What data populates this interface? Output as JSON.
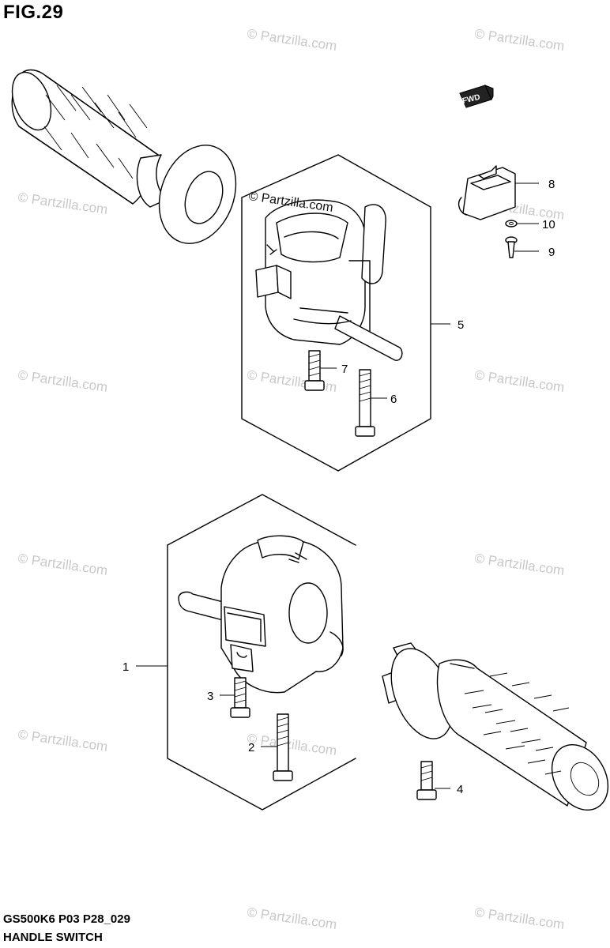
{
  "figure": {
    "title": "FIG.29",
    "code": "GS500K6 P03 P28_029",
    "name": "HANDLE SWITCH"
  },
  "copyright": "© Partzilla.com",
  "watermark": "© Partzilla.com",
  "fwd_label": "FWD",
  "callouts": [
    "1",
    "2",
    "3",
    "4",
    "5",
    "6",
    "7",
    "8",
    "9",
    "10"
  ]
}
